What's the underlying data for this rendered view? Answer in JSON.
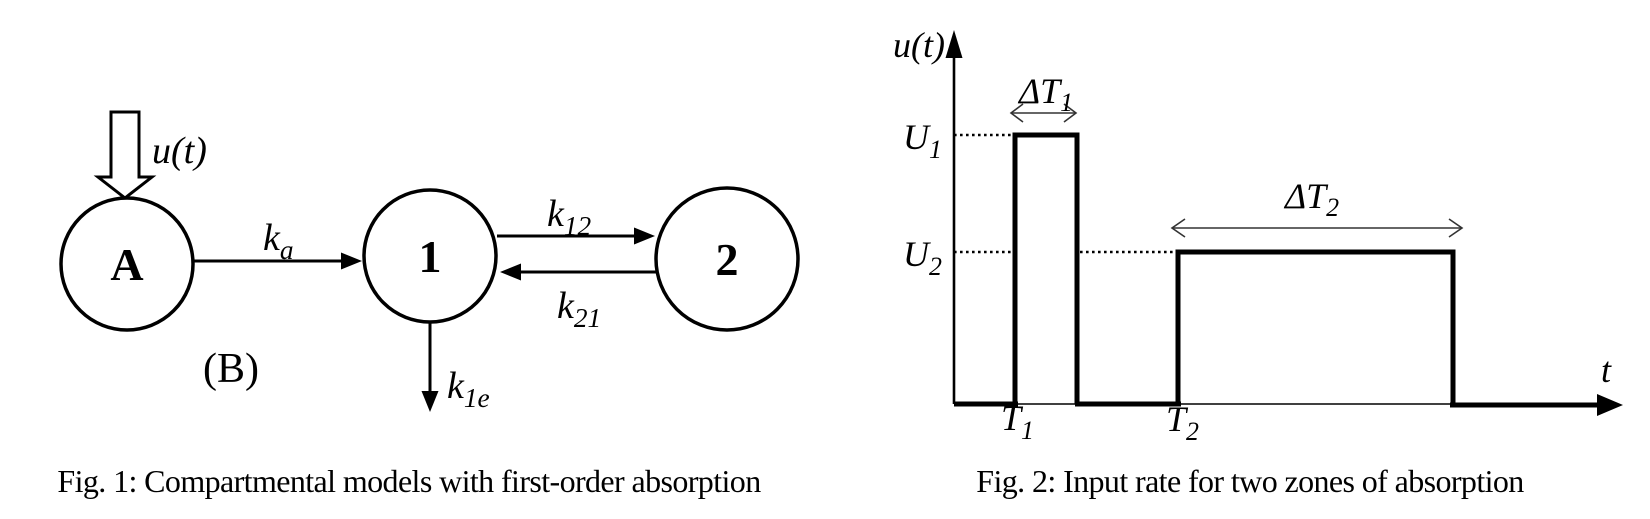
{
  "page": {
    "background": "#ffffff",
    "ink": "#000000",
    "arrow_gray": "#333333"
  },
  "fig1": {
    "caption": "Fig. 1: Compartmental models with first-order absorption",
    "variant_label": "(B)",
    "input_label": "u(t)",
    "compartments": [
      {
        "label": "A"
      },
      {
        "label": "1"
      },
      {
        "label": "2"
      }
    ],
    "rates": {
      "ka": {
        "base": "k",
        "sub": "a"
      },
      "k12": {
        "base": "k",
        "sub": "12"
      },
      "k21": {
        "base": "k",
        "sub": "21"
      },
      "k1e": {
        "base": "k",
        "sub": "1e"
      }
    }
  },
  "fig2": {
    "caption": "Fig. 2: Input rate for two zones of absorption",
    "y_axis_label": "u(t)",
    "x_axis_label": "t",
    "levels": {
      "U1": {
        "base": "U",
        "sub": "1"
      },
      "U2": {
        "base": "U",
        "sub": "2"
      }
    },
    "times": {
      "T1": {
        "base": "T",
        "sub": "1"
      },
      "T2": {
        "base": "T",
        "sub": "2"
      }
    },
    "durations": {
      "dT1": {
        "base": "ΔT",
        "sub": "1"
      },
      "dT2": {
        "base": "ΔT",
        "sub": "2"
      }
    },
    "chart_data": {
      "type": "line",
      "title": "Input rate for two zones of absorption",
      "xlabel": "t",
      "ylabel": "u(t)",
      "x_ticks": [
        "T1",
        "T2"
      ],
      "y_ticks": [
        "U1",
        "U2"
      ],
      "grid": false,
      "legend": "none",
      "series": [
        {
          "name": "u(t)",
          "shape": "piecewise-constant",
          "steps": [
            {
              "from": "0",
              "to": "T1",
              "value": "0"
            },
            {
              "from": "T1",
              "to": "T1+ΔT1",
              "value": "U1"
            },
            {
              "from": "T1+ΔT1",
              "to": "T2",
              "value": "0"
            },
            {
              "from": "T2",
              "to": "T2+ΔT2",
              "value": "U2"
            },
            {
              "from": "T2+ΔT2",
              "to": "end",
              "value": "0"
            }
          ]
        }
      ],
      "annotations": [
        "ΔT1 double-headed arrow spans first pulse width",
        "ΔT2 double-headed arrow spans second pulse width",
        "dotted guide lines from axis at levels U1 and U2",
        "U1 > U2, ΔT2 > ΔT1"
      ]
    }
  }
}
